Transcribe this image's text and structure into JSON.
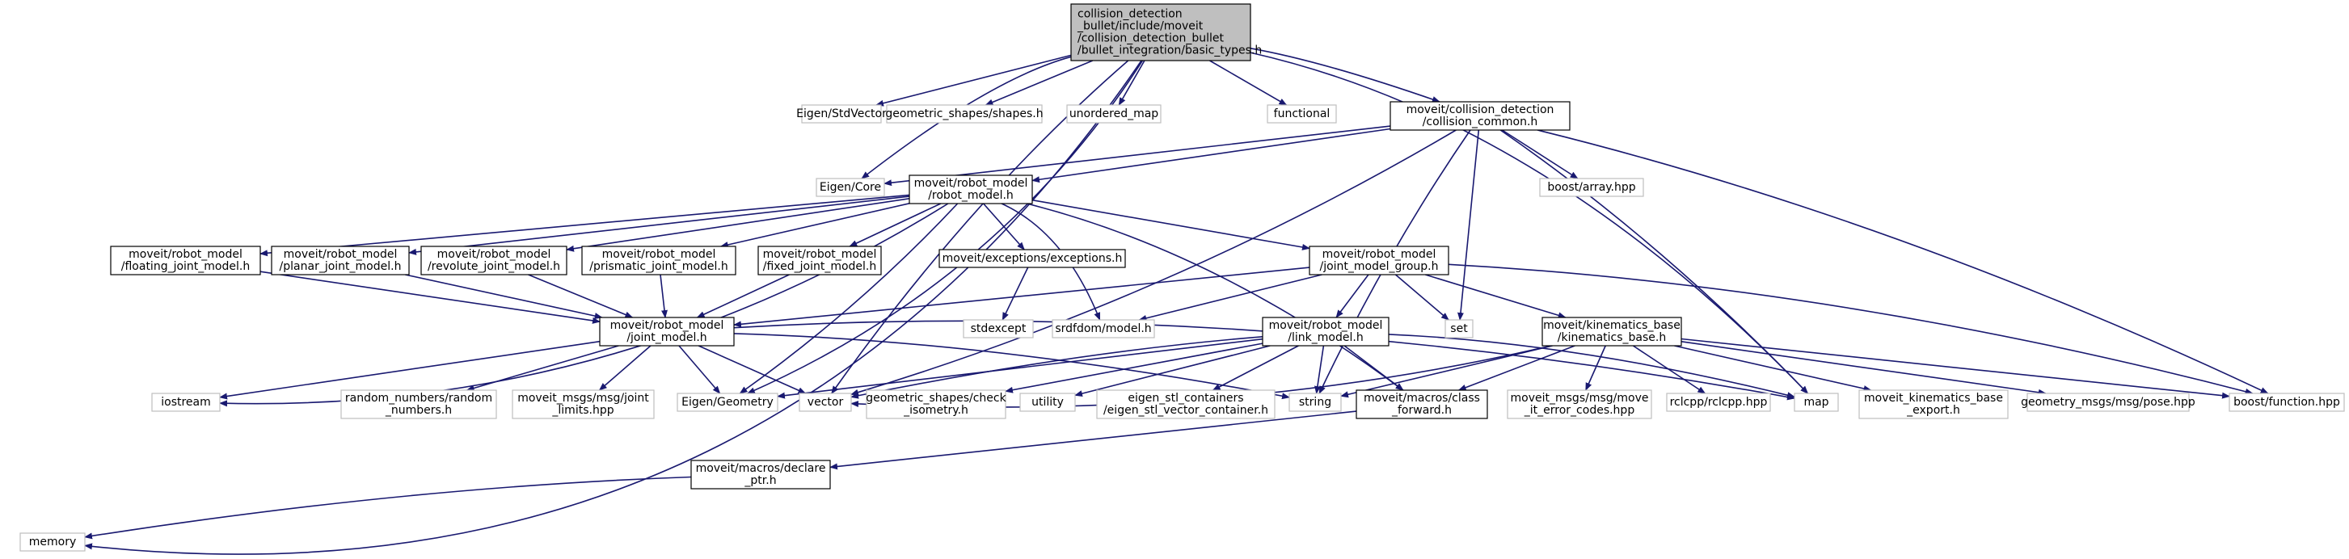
{
  "diagram": {
    "nodes": [
      {
        "id": "root",
        "style": "root",
        "lines": [
          "collision_detection",
          "_bullet/include/moveit",
          "/collision_detection_bullet",
          "/bullet_integration/basic_types.h"
        ]
      },
      {
        "id": "eigen_stdvector",
        "style": "external",
        "lines": [
          "Eigen/StdVector"
        ]
      },
      {
        "id": "geometric_shapes",
        "style": "external",
        "lines": [
          "geometric_shapes/shapes.h"
        ]
      },
      {
        "id": "unordered_map",
        "style": "external",
        "lines": [
          "unordered_map"
        ]
      },
      {
        "id": "functional",
        "style": "external",
        "lines": [
          "functional"
        ]
      },
      {
        "id": "collision_common",
        "style": "internal",
        "lines": [
          "moveit/collision_detection",
          "/collision_common.h"
        ]
      },
      {
        "id": "eigen_core",
        "style": "external",
        "lines": [
          "Eigen/Core"
        ]
      },
      {
        "id": "robot_model",
        "style": "internal",
        "lines": [
          "moveit/robot_model",
          "/robot_model.h"
        ]
      },
      {
        "id": "boost_array",
        "style": "external",
        "lines": [
          "boost/array.hpp"
        ]
      },
      {
        "id": "floating_joint",
        "style": "internal",
        "lines": [
          "moveit/robot_model",
          "/floating_joint_model.h"
        ]
      },
      {
        "id": "planar_joint",
        "style": "internal",
        "lines": [
          "moveit/robot_model",
          "/planar_joint_model.h"
        ]
      },
      {
        "id": "revolute_joint",
        "style": "internal",
        "lines": [
          "moveit/robot_model",
          "/revolute_joint_model.h"
        ]
      },
      {
        "id": "prismatic_joint",
        "style": "internal",
        "lines": [
          "moveit/robot_model",
          "/prismatic_joint_model.h"
        ]
      },
      {
        "id": "fixed_joint",
        "style": "internal",
        "lines": [
          "moveit/robot_model",
          "/fixed_joint_model.h"
        ]
      },
      {
        "id": "exceptions",
        "style": "internal",
        "lines": [
          "moveit/exceptions/exceptions.h"
        ]
      },
      {
        "id": "joint_model_group",
        "style": "internal",
        "lines": [
          "moveit/robot_model",
          "/joint_model_group.h"
        ]
      },
      {
        "id": "joint_model",
        "style": "internal",
        "lines": [
          "moveit/robot_model",
          "/joint_model.h"
        ]
      },
      {
        "id": "stdexcept",
        "style": "external",
        "lines": [
          "stdexcept"
        ]
      },
      {
        "id": "srdfdom",
        "style": "external",
        "lines": [
          "srdfdom/model.h"
        ]
      },
      {
        "id": "set",
        "style": "external",
        "lines": [
          "set"
        ]
      },
      {
        "id": "link_model",
        "style": "internal",
        "lines": [
          "moveit/robot_model",
          "/link_model.h"
        ]
      },
      {
        "id": "kinematics_base",
        "style": "internal",
        "lines": [
          "moveit/kinematics_base",
          "/kinematics_base.h"
        ]
      },
      {
        "id": "iostream",
        "style": "external",
        "lines": [
          "iostream"
        ]
      },
      {
        "id": "random_numbers",
        "style": "external",
        "lines": [
          "random_numbers/random",
          "_numbers.h"
        ]
      },
      {
        "id": "joint_limits",
        "style": "external",
        "lines": [
          "moveit_msgs/msg/joint",
          "_limits.hpp"
        ]
      },
      {
        "id": "eigen_geometry",
        "style": "external",
        "lines": [
          "Eigen/Geometry"
        ]
      },
      {
        "id": "vector",
        "style": "external",
        "lines": [
          "vector"
        ]
      },
      {
        "id": "check_isometry",
        "style": "external",
        "lines": [
          "geometric_shapes/check",
          "_isometry.h"
        ]
      },
      {
        "id": "utility",
        "style": "external",
        "lines": [
          "utility"
        ]
      },
      {
        "id": "eigen_stl",
        "style": "external",
        "lines": [
          "eigen_stl_containers",
          "/eigen_stl_vector_container.h"
        ]
      },
      {
        "id": "string",
        "style": "external",
        "lines": [
          "string"
        ]
      },
      {
        "id": "class_forward",
        "style": "internal",
        "lines": [
          "moveit/macros/class",
          "_forward.h"
        ]
      },
      {
        "id": "map",
        "style": "external",
        "lines": [
          "map"
        ]
      },
      {
        "id": "move_it_error_codes",
        "style": "external",
        "lines": [
          "moveit_msgs/msg/move",
          "_it_error_codes.hpp"
        ]
      },
      {
        "id": "rclcpp",
        "style": "external",
        "lines": [
          "rclcpp/rclcpp.hpp"
        ]
      },
      {
        "id": "kinematics_export",
        "style": "external",
        "lines": [
          "moveit_kinematics_base",
          "_export.h"
        ]
      },
      {
        "id": "pose",
        "style": "external",
        "lines": [
          "geometry_msgs/msg/pose.hpp"
        ]
      },
      {
        "id": "boost_function",
        "style": "external",
        "lines": [
          "boost/function.hpp"
        ]
      },
      {
        "id": "declare_ptr",
        "style": "internal",
        "lines": [
          "moveit/macros/declare",
          "_ptr.h"
        ]
      },
      {
        "id": "memory",
        "style": "external",
        "lines": [
          "memory"
        ]
      }
    ],
    "edges": [
      [
        "root",
        "eigen_stdvector"
      ],
      [
        "root",
        "geometric_shapes"
      ],
      [
        "root",
        "unordered_map"
      ],
      [
        "root",
        "functional"
      ],
      [
        "root",
        "collision_common"
      ],
      [
        "root",
        "eigen_core"
      ],
      [
        "root",
        "map"
      ],
      [
        "root",
        "memory"
      ],
      [
        "root",
        "eigen_geometry"
      ],
      [
        "root",
        "vector"
      ],
      [
        "collision_common",
        "eigen_core"
      ],
      [
        "collision_common",
        "robot_model"
      ],
      [
        "collision_common",
        "boost_array"
      ],
      [
        "collision_common",
        "map"
      ],
      [
        "collision_common",
        "set"
      ],
      [
        "collision_common",
        "string"
      ],
      [
        "collision_common",
        "vector"
      ],
      [
        "collision_common",
        "boost_function"
      ],
      [
        "robot_model",
        "floating_joint"
      ],
      [
        "robot_model",
        "planar_joint"
      ],
      [
        "robot_model",
        "revolute_joint"
      ],
      [
        "robot_model",
        "prismatic_joint"
      ],
      [
        "robot_model",
        "fixed_joint"
      ],
      [
        "robot_model",
        "exceptions"
      ],
      [
        "robot_model",
        "joint_model_group"
      ],
      [
        "robot_model",
        "srdfdom"
      ],
      [
        "robot_model",
        "iostream"
      ],
      [
        "robot_model",
        "eigen_geometry"
      ],
      [
        "robot_model",
        "class_forward"
      ],
      [
        "floating_joint",
        "joint_model"
      ],
      [
        "planar_joint",
        "joint_model"
      ],
      [
        "revolute_joint",
        "joint_model"
      ],
      [
        "prismatic_joint",
        "joint_model"
      ],
      [
        "fixed_joint",
        "joint_model"
      ],
      [
        "exceptions",
        "stdexcept"
      ],
      [
        "joint_model_group",
        "joint_model"
      ],
      [
        "joint_model_group",
        "srdfdom"
      ],
      [
        "joint_model_group",
        "set"
      ],
      [
        "joint_model_group",
        "link_model"
      ],
      [
        "joint_model_group",
        "kinematics_base"
      ],
      [
        "joint_model_group",
        "boost_function"
      ],
      [
        "joint_model",
        "iostream"
      ],
      [
        "joint_model",
        "random_numbers"
      ],
      [
        "joint_model",
        "joint_limits"
      ],
      [
        "joint_model",
        "eigen_geometry"
      ],
      [
        "joint_model",
        "vector"
      ],
      [
        "joint_model",
        "string"
      ],
      [
        "joint_model",
        "map"
      ],
      [
        "link_model",
        "eigen_geometry"
      ],
      [
        "link_model",
        "vector"
      ],
      [
        "link_model",
        "check_isometry"
      ],
      [
        "link_model",
        "utility"
      ],
      [
        "link_model",
        "eigen_stl"
      ],
      [
        "link_model",
        "string"
      ],
      [
        "link_model",
        "class_forward"
      ],
      [
        "link_model",
        "map"
      ],
      [
        "kinematics_base",
        "string"
      ],
      [
        "kinematics_base",
        "class_forward"
      ],
      [
        "kinematics_base",
        "move_it_error_codes"
      ],
      [
        "kinematics_base",
        "rclcpp"
      ],
      [
        "kinematics_base",
        "kinematics_export"
      ],
      [
        "kinematics_base",
        "pose"
      ],
      [
        "kinematics_base",
        "boost_function"
      ],
      [
        "kinematics_base",
        "vector"
      ],
      [
        "class_forward",
        "declare_ptr"
      ],
      [
        "declare_ptr",
        "memory"
      ]
    ],
    "colors": {
      "edge": "#191970",
      "root_fill": "#bfbfbf",
      "root_border": "#000000",
      "internal_fill": "#ffffff",
      "internal_border": "#000000",
      "external_fill": "#ffffff",
      "external_border": "#bfbfbf",
      "text": "#000000"
    }
  }
}
